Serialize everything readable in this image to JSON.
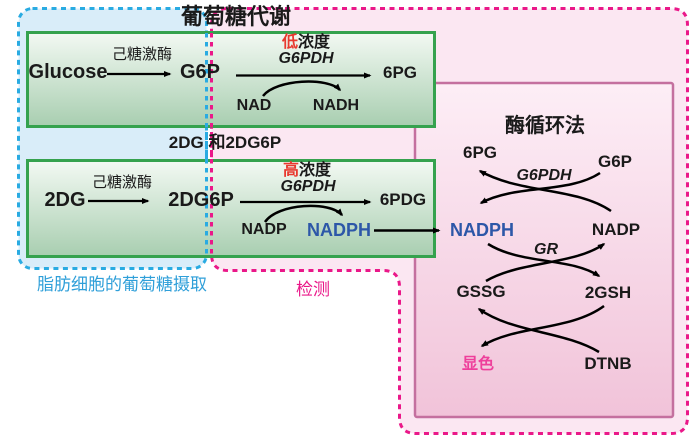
{
  "colors": {
    "uptake_region_fill": "#d9edf9",
    "uptake_region_dash": "#29abe2",
    "detection_region_fill": "#fbe7f2",
    "detection_region_dash": "#ea1889",
    "cycle_box_border": "#c4709f",
    "green_box_border": "#35a24e",
    "nadph_blue": "#2d57a8",
    "concentration_red": "#e8392f",
    "color_label_pink": "#ee3f9b"
  },
  "title_top": "葡萄糖代谢",
  "glucose_box": {
    "substrate": "Glucose",
    "enzyme": "己糖激酶",
    "product1": "G6P",
    "conc_prefix": "低",
    "conc_text": "浓度",
    "enzyme2": "G6PDH",
    "cofactor_from": "NAD",
    "cofactor_to": "NADH",
    "product2": "6PG"
  },
  "middle_label": "2DG 和2DG6P",
  "dg_box": {
    "substrate": "2DG",
    "enzyme": "己糖激酶",
    "product1": "2DG6P",
    "conc_prefix": "高",
    "conc_text": "浓度",
    "enzyme2": "G6PDH",
    "cofactor_from": "NADP",
    "cofactor_to": "NADPH",
    "product2": "6PDG"
  },
  "cycle_box": {
    "title": "酶循环法",
    "row1_left": "6PG",
    "row1_enzyme": "G6PDH",
    "row1_right": "G6P",
    "row2_left": "NADPH",
    "row2_enzyme": "GR",
    "row2_right": "NADP",
    "row3_left": "GSSG",
    "row3_right": "2GSH",
    "row4_left": "显色",
    "row4_right": "DTNB"
  },
  "captions": {
    "uptake": "脂肪细胞的葡萄糖摄取",
    "detection": "检测"
  }
}
